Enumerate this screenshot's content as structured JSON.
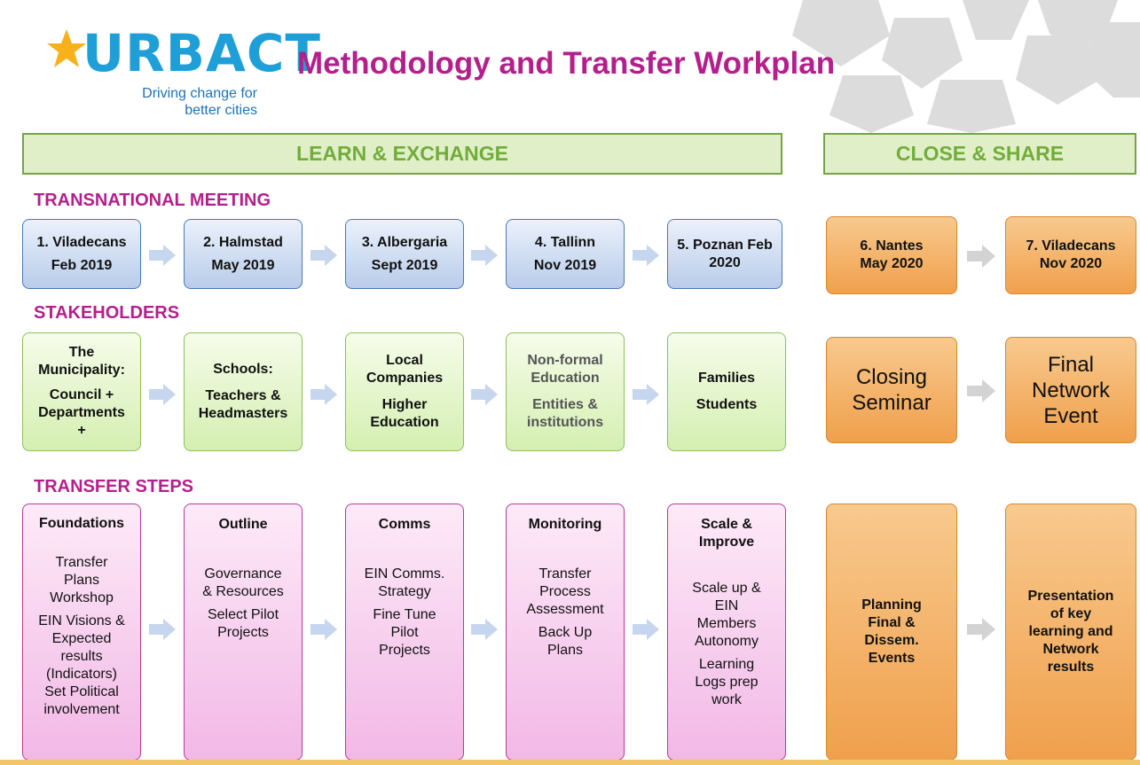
{
  "header": {
    "logo_text": "URBACT",
    "tagline_1": "Driving change for",
    "tagline_2": "better cities",
    "title": "Methodology and Transfer Workplan"
  },
  "phases": {
    "learn": "LEARN & EXCHANGE",
    "close": "CLOSE & SHARE"
  },
  "sections": {
    "meeting": "TRANSNATIONAL MEETING",
    "stakeholders": "STAKEHOLDERS",
    "steps": "TRANSFER STEPS"
  },
  "meetings": [
    {
      "l1": "1. Viladecans",
      "l2": "Feb 2019"
    },
    {
      "l1": "2. Halmstad",
      "l2": "May 2019"
    },
    {
      "l1": "3. Albergaria",
      "l2": "Sept 2019"
    },
    {
      "l1": "4. Tallinn",
      "l2": "Nov 2019"
    },
    {
      "l1": "5. Poznan Feb",
      "l2": "2020"
    },
    {
      "l1": "6. Nantes",
      "l2": "May 2020"
    },
    {
      "l1": "7. Viladecans",
      "l2": "Nov 2020"
    }
  ],
  "stakeholders": [
    {
      "l1": "The",
      "l2": "Municipality:",
      "l3": "Council +",
      "l4": "Departments",
      "l5": "+"
    },
    {
      "l1": "Schools:",
      "l2": "Teachers &",
      "l3": "Headmasters"
    },
    {
      "l1": "Local",
      "l2": "Companies",
      "l3": "Higher",
      "l4": "Education"
    },
    {
      "l1": "Non-formal",
      "l2": "Education",
      "l3": "Entities &",
      "l4": "institutions"
    },
    {
      "l1": "Families",
      "l2": "Students"
    },
    {
      "l1": "Closing",
      "l2": "Seminar"
    },
    {
      "l1": "Final",
      "l2": "Network",
      "l3": "Event"
    }
  ],
  "steps": [
    {
      "head": "Foundations",
      "lines": [
        "Transfer",
        "Plans",
        "Workshop",
        "EIN Visions &",
        "Expected",
        "results",
        "(Indicators)",
        "Set Political",
        "involvement"
      ]
    },
    {
      "head": "Outline",
      "lines": [
        "Governance",
        "& Resources",
        "Select Pilot",
        "Projects"
      ]
    },
    {
      "head": "Comms",
      "lines": [
        "EIN Comms.",
        "Strategy",
        "Fine Tune",
        "Pilot",
        "Projects"
      ]
    },
    {
      "head": "Monitoring",
      "lines": [
        "Transfer",
        "Process",
        "Assessment",
        "Back Up",
        "Plans"
      ]
    },
    {
      "head1": "Scale &",
      "head2": "Improve",
      "lines": [
        "Scale up &",
        "EIN",
        "Members",
        "Autonomy",
        "Learning",
        "Logs prep",
        "work"
      ]
    },
    {
      "lines": [
        "Planning",
        "Final &",
        "Dissem.",
        "Events"
      ]
    },
    {
      "lines": [
        "Presentation",
        "of key",
        "learning and",
        "Network",
        "results"
      ]
    }
  ],
  "colors": {
    "title": "#b41f8c",
    "phase_text": "#71ad3a",
    "phase_bg": "#e1efc9",
    "meeting_border": "#4a7ab8",
    "stake_border": "#8cc05a",
    "step_border": "#b93b9a",
    "orange": "#f0a04c",
    "logo_blue": "#1f9fd8"
  },
  "icons": [
    "star-icon",
    "arrow-right-icon",
    "pentagon-decoration"
  ]
}
